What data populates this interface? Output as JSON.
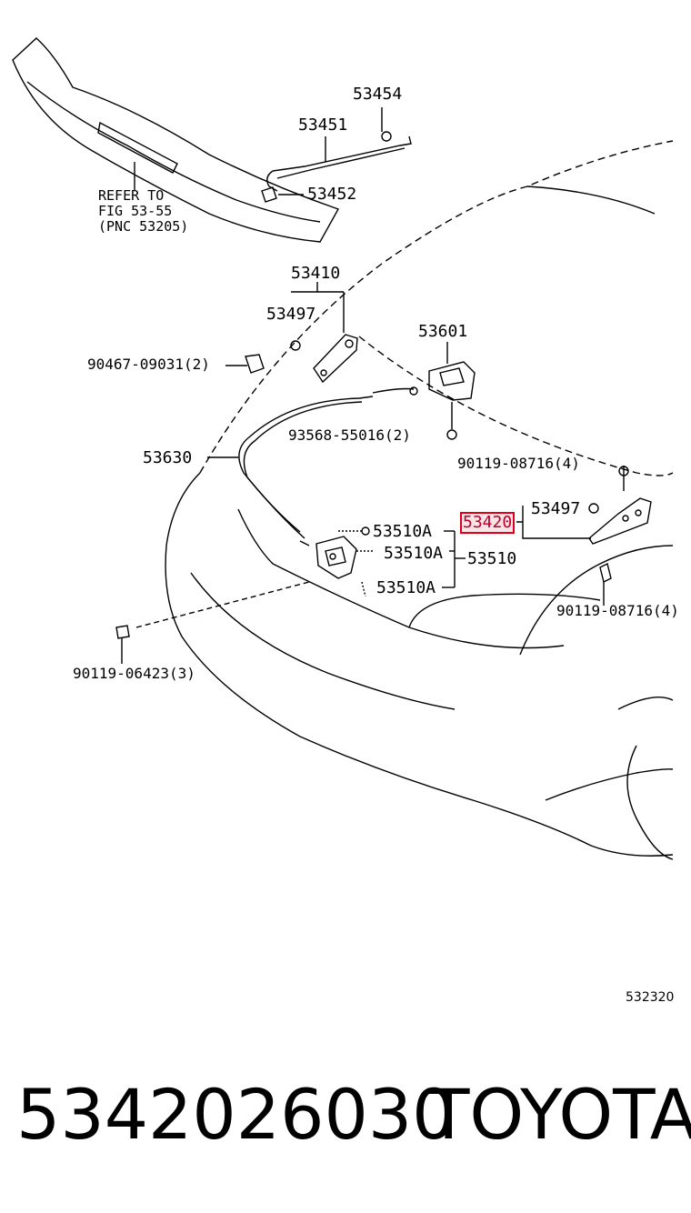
{
  "reference_note": {
    "line1": "REFER TO",
    "line2": "FIG 53-55",
    "line3": "(PNC 53205)"
  },
  "callouts": {
    "c53454": "53454",
    "c53451": "53451",
    "c53452": "53452",
    "c53410": "53410",
    "c53497_a": "53497",
    "c90467": "90467-09031(2)",
    "c53601": "53601",
    "c93568": "93568-55016(2)",
    "c53630": "53630",
    "c90119_a": "90119-08716(4)",
    "c53420": "53420",
    "c53497_b": "53497",
    "c53510A_1": "53510A",
    "c53510A_2": "53510A",
    "c53510": "53510",
    "c53510A_3": "53510A",
    "c90119_b": "90119-08716(4)",
    "c90119_c": "90119-06423(3)"
  },
  "figure_id": "532320",
  "footer": {
    "part_number": "5342026030",
    "brand": "TOYOTA"
  },
  "colors": {
    "highlight_border": "#e0001b",
    "highlight_fill": "#fbe3e6",
    "line": "#000000"
  }
}
